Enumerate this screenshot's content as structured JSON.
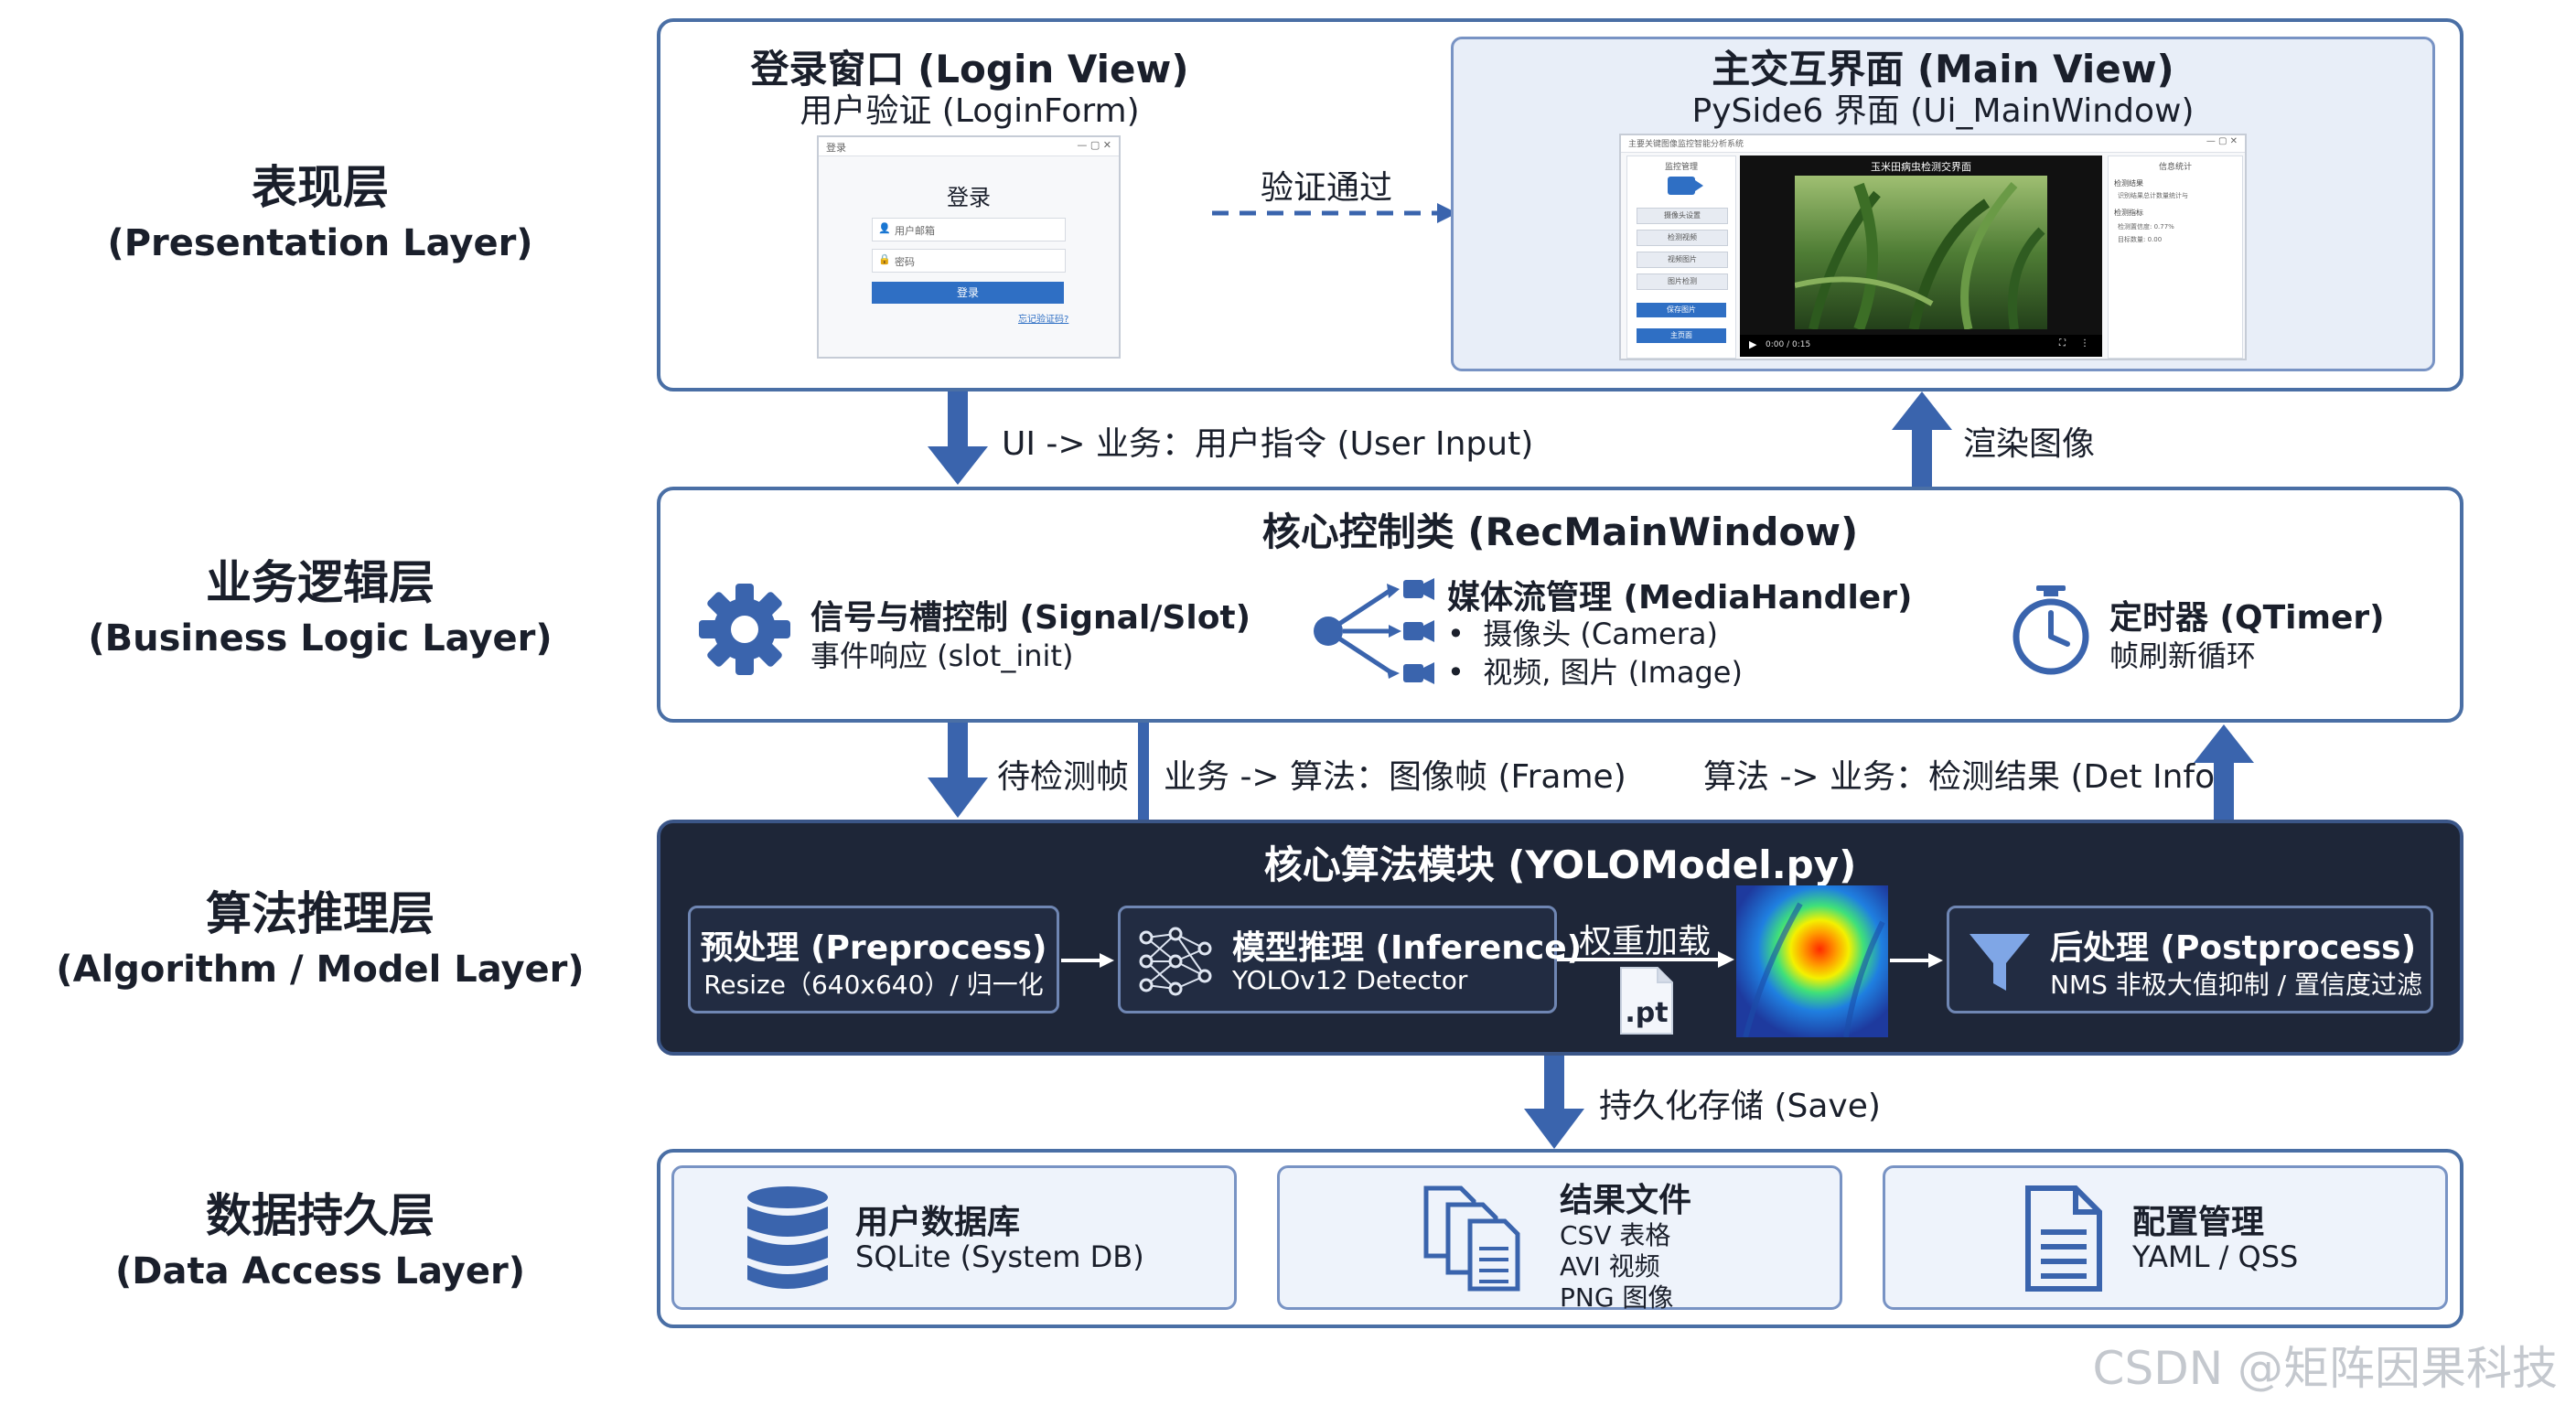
{
  "layers": [
    {
      "zh": "表现层",
      "en": "(Presentation Layer)"
    },
    {
      "zh": "业务逻辑层",
      "en": "(Business Logic Layer)"
    },
    {
      "zh": "算法推理层",
      "en": "(Algorithm / Model Layer)"
    },
    {
      "zh": "数据持久层",
      "en": "(Data Access Layer)"
    }
  ],
  "presentation": {
    "login": {
      "title": "登录窗口 (Login View)",
      "subtitle": "用户验证 (LoginForm)",
      "window_title": "登录",
      "heading": "登录",
      "user_placeholder": "用户邮箱",
      "pass_placeholder": "密码",
      "button": "登录",
      "link": "忘记验证码?"
    },
    "verify_label": "验证通过",
    "main": {
      "title": "主交互界面 (Main View)",
      "subtitle": "PySide6 界面 (Ui_MainWindow)",
      "window_title": "主要关键图像监控智能分析系统",
      "left_header": "监控管理",
      "left_buttons": [
        "摄像头设置",
        "检测视频",
        "视频图片",
        "图片检测",
        "保存图片",
        "主页面"
      ],
      "video_title": "玉米田病虫检测交界面",
      "video_time": "0:00 / 0:15",
      "right_header": "信息统计",
      "right_lines": [
        "检测结果",
        "识别结果总计数量统计与",
        "检测指标",
        "检测置信度: 0.77%",
        "目标数量: 0.00"
      ]
    }
  },
  "flows": {
    "ui_to_biz": "UI -> 业务：用户指令 (User Input)",
    "render": "渲染图像",
    "pending_frame": "待检测帧",
    "biz_to_algo": "业务 -> 算法：图像帧 (Frame)",
    "algo_to_biz": "算法 -> 业务：检测结果 (Det Info)",
    "save": "持久化存储 (Save)"
  },
  "business": {
    "title": "核心控制类 (RecMainWindow)",
    "signal": {
      "title": "信号与槽控制 (Signal/Slot)",
      "sub": "事件响应 (slot_init)"
    },
    "media": {
      "title": "媒体流管理 (MediaHandler)",
      "items": [
        "摄像头 (Camera)",
        "视频, 图片 (Image)"
      ]
    },
    "timer": {
      "title": "定时器 (QTimer)",
      "sub": "帧刷新循环"
    }
  },
  "algorithm": {
    "title": "核心算法模块 (YOLOModel.py)",
    "pre": {
      "title": "预处理 (Preprocess)",
      "sub": "Resize（640x640）/ 归一化"
    },
    "infer": {
      "title": "模型推理 (Inference)",
      "sub": "YOLOv12 Detector"
    },
    "weights": "权重加载",
    "pt": ".pt",
    "post": {
      "title": "后处理 (Postprocess)",
      "sub": "NMS 非极大值抑制 / 置信度过滤"
    }
  },
  "data": {
    "userdb": {
      "title": "用户数据库",
      "sub": "SQLite (System DB)"
    },
    "results": {
      "title": "结果文件",
      "items": [
        "CSV 表格",
        "AVI 视频",
        "PNG 图像"
      ]
    },
    "config": {
      "title": "配置管理",
      "sub": "YAML / QSS"
    }
  },
  "watermark": "CSDN @矩阵因果科技",
  "colors": {
    "accent": "#3a64ad",
    "dark_band": "#1e2638",
    "frame": "#4a6fa5"
  }
}
